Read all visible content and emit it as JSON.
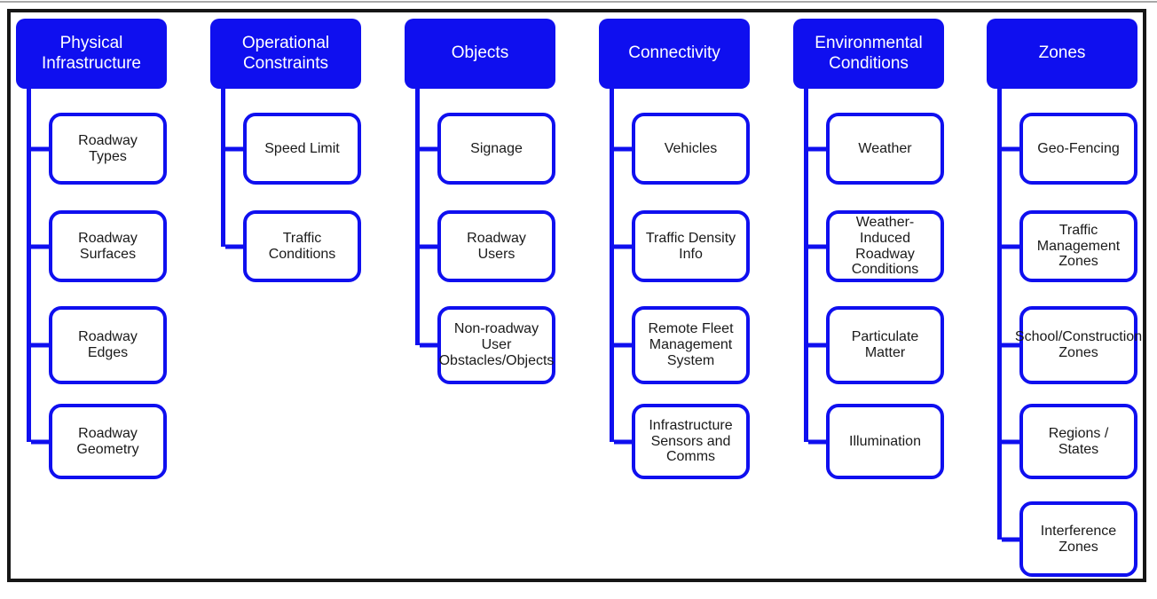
{
  "diagram": {
    "colors": {
      "accent_blue": "#0f0fef",
      "frame_black": "#161616",
      "header_text": "#ffffff",
      "node_text": "#1a1a1a"
    },
    "columns": [
      {
        "title": "Physical Infrastructure",
        "children": [
          "Roadway Types",
          "Roadway Surfaces",
          "Roadway Edges",
          "Roadway Geometry"
        ]
      },
      {
        "title": "Operational Constraints",
        "children": [
          "Speed Limit",
          "Traffic Conditions"
        ]
      },
      {
        "title": "Objects",
        "children": [
          "Signage",
          "Roadway Users",
          "Non-roadway User Obstacles/Objects"
        ]
      },
      {
        "title": "Connectivity",
        "children": [
          "Vehicles",
          "Traffic Density Info",
          "Remote Fleet Management System",
          "Infrastructure Sensors and Comms"
        ]
      },
      {
        "title": "Environmental Conditions",
        "children": [
          "Weather",
          "Weather-Induced Roadway Conditions",
          "Particulate Matter",
          "Illumination"
        ]
      },
      {
        "title": "Zones",
        "children": [
          "Geo-Fencing",
          "Traffic Management Zones",
          "School/Construction Zones",
          "Regions / States",
          "Interference Zones"
        ]
      }
    ]
  }
}
